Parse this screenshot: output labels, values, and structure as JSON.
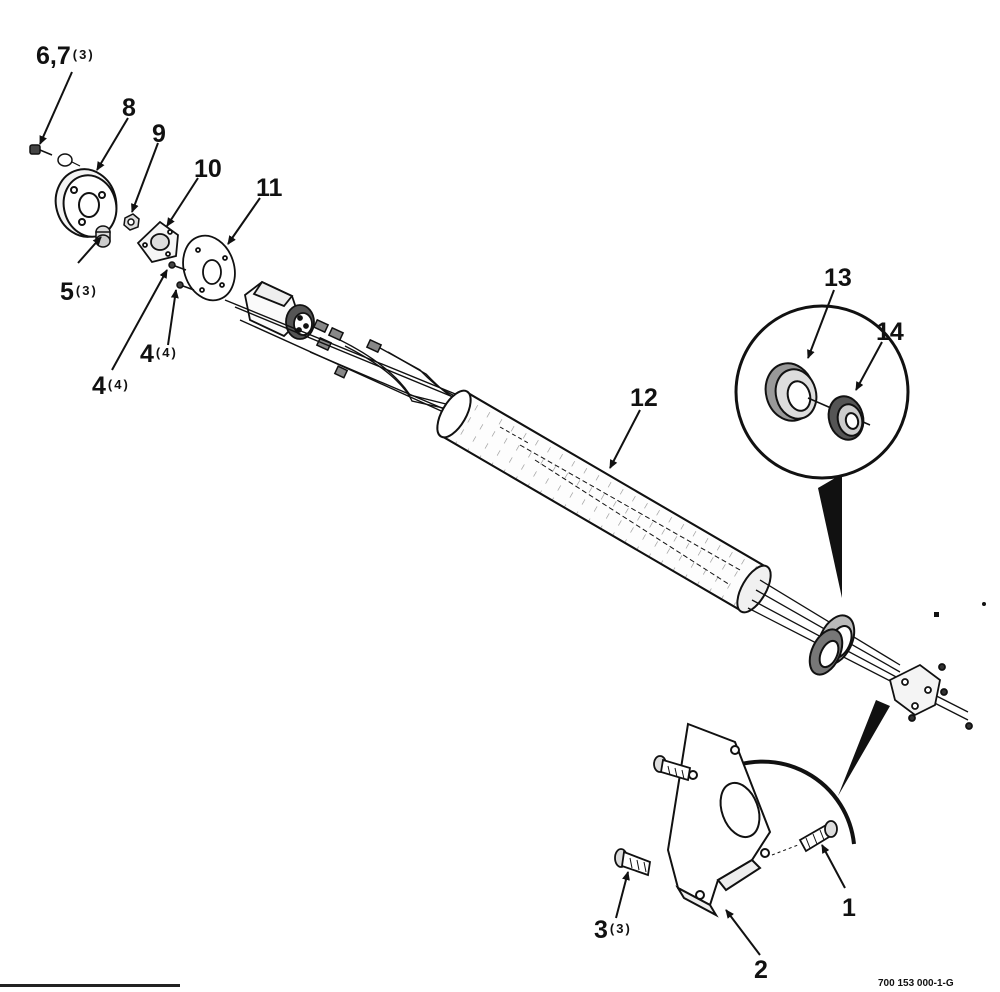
{
  "callouts": {
    "c67": {
      "num": "6,7",
      "qty": "(3)"
    },
    "c8": {
      "num": "8"
    },
    "c9": {
      "num": "9"
    },
    "c10": {
      "num": "10"
    },
    "c11": {
      "num": "11"
    },
    "c5": {
      "num": "5",
      "qty": "(3)"
    },
    "c4a": {
      "num": "4",
      "qty": "(4)"
    },
    "c4b": {
      "num": "4",
      "qty": "(4)"
    },
    "c12": {
      "num": "12"
    },
    "c13": {
      "num": "13"
    },
    "c14": {
      "num": "14"
    },
    "c1": {
      "num": "1"
    },
    "c2": {
      "num": "2"
    },
    "c3": {
      "num": "3",
      "qty": "(3)"
    }
  },
  "figure_ref": "700 153 000-1-G"
}
